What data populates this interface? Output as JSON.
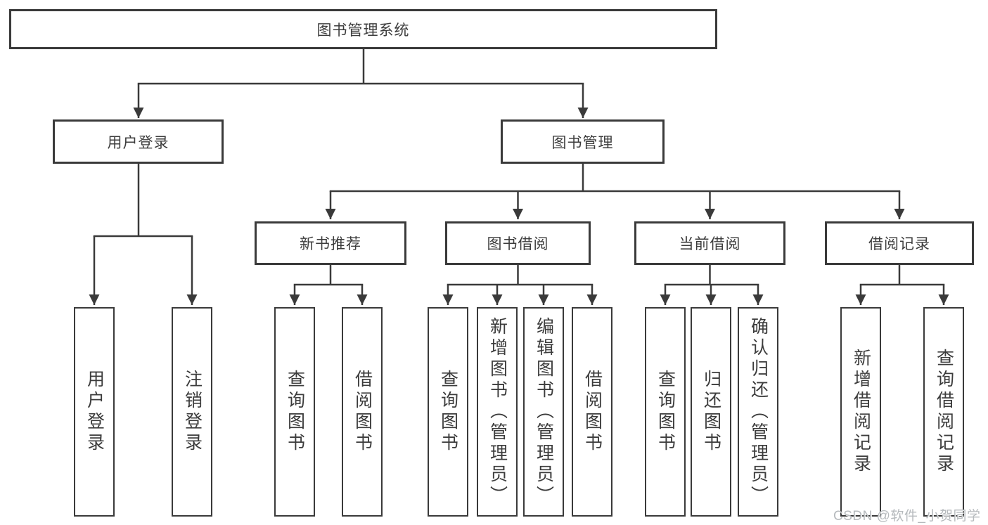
{
  "diagram": {
    "root": {
      "label": "图书管理系统"
    },
    "branches": [
      {
        "label": "用户登录",
        "children": [
          {
            "label": "用户登录"
          },
          {
            "label": "注销登录"
          }
        ]
      },
      {
        "label": "图书管理",
        "children": [
          {
            "label": "新书推荐",
            "children": [
              {
                "label": "查询图书"
              },
              {
                "label": "借阅图书"
              }
            ]
          },
          {
            "label": "图书借阅",
            "children": [
              {
                "label": "查询图书"
              },
              {
                "label": "新增图书（管理员）"
              },
              {
                "label": "编辑图书（管理员）"
              },
              {
                "label": "借阅图书"
              }
            ]
          },
          {
            "label": "当前借阅",
            "children": [
              {
                "label": "查询图书"
              },
              {
                "label": "归还图书"
              },
              {
                "label": "确认归还（管理员）"
              }
            ]
          },
          {
            "label": "借阅记录",
            "children": [
              {
                "label": "新增借阅记录"
              },
              {
                "label": "查询借阅记录"
              }
            ]
          }
        ]
      }
    ]
  },
  "watermark": {
    "text": "CSDN @软件_小贺同学"
  },
  "colors": {
    "line": "#3a3a3a",
    "box_border": "#3a3a3a",
    "text": "#3c3c3c",
    "background": "#ffffff",
    "watermark": "#b6babd"
  }
}
